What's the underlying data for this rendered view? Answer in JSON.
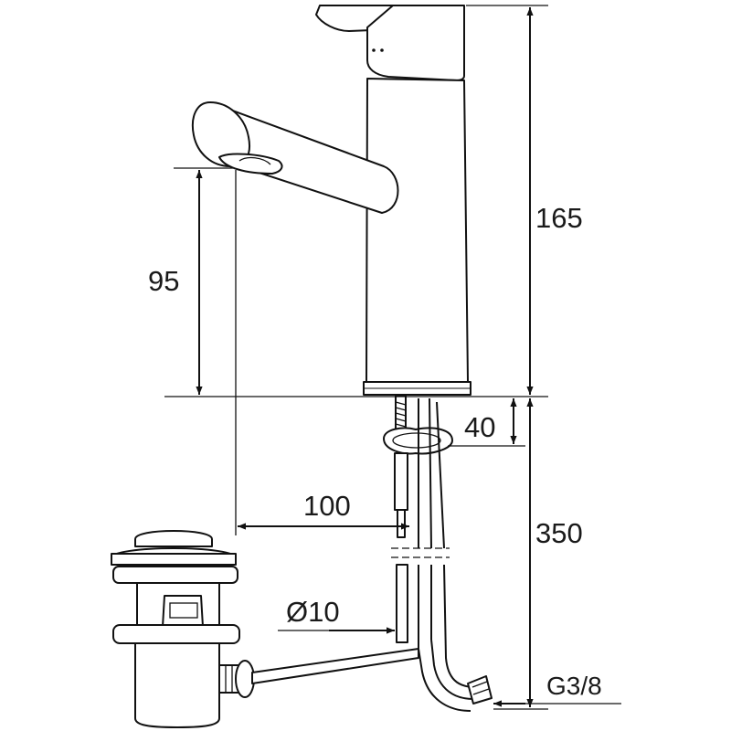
{
  "dimensions": {
    "spout_height": "95",
    "total_height": "165",
    "base_to_clamp": "40",
    "flex_hose_length": "350",
    "spout_reach": "100",
    "pull_rod_diameter": "Ø10",
    "connection_thread": "G3/8"
  }
}
